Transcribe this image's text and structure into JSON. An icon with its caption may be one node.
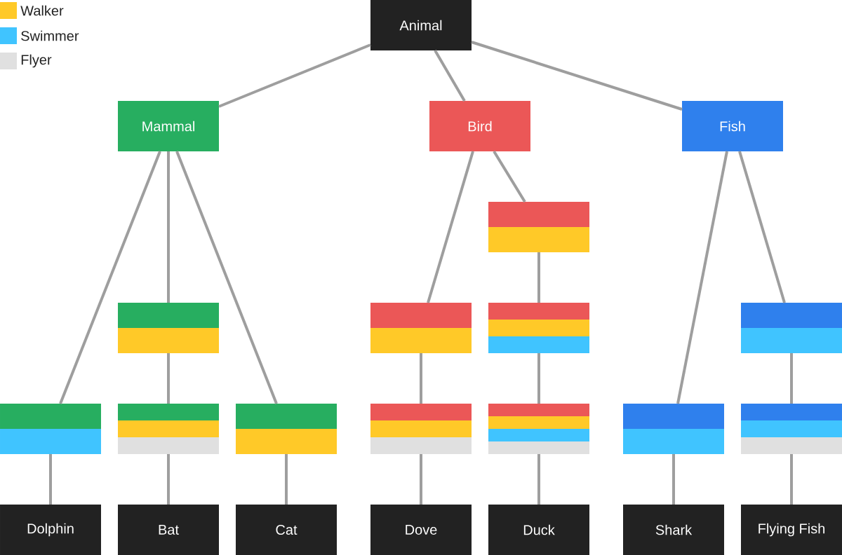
{
  "diagram": {
    "nodes": [
      {
        "text": [
          "Animal"
        ]
      },
      {
        "text": [
          "Mammal"
        ]
      },
      {
        "text": [
          "Bird"
        ]
      },
      {
        "text": [
          "Fish"
        ]
      },
      {
        "text": [],
        "shape": "box"
      },
      {
        "text": [],
        "shape": "box"
      },
      {
        "text": [],
        "shape": "box"
      },
      {
        "text": [],
        "shape": "box"
      },
      {
        "text": [],
        "shape": "box"
      },
      {
        "text": [],
        "shape": "box"
      },
      {
        "text": [],
        "shape": "box"
      },
      {
        "text": [],
        "shape": "box"
      },
      {
        "text": [],
        "shape": "box"
      },
      {
        "text": [],
        "shape": "box"
      },
      {
        "text": [],
        "shape": "box"
      },
      {
        "text": [],
        "shape": "box"
      },
      {
        "text": [
          "Dolphin"
        ]
      },
      {
        "text": [
          "Bat"
        ]
      },
      {
        "text": [
          "Cat"
        ]
      },
      {
        "text": [
          "Dove"
        ]
      },
      {
        "text": [
          "Duck"
        ]
      },
      {
        "text": [
          "Shark"
        ]
      },
      {
        "text": [
          "Flying Fish"
        ]
      }
    ],
    "edges": [
      {
        "from": 0,
        "to": 1,
        "arrow": "none"
      },
      {
        "from": 0,
        "to": 2,
        "arrow": "none"
      },
      {
        "from": 0,
        "to": 3,
        "arrow": "none"
      },
      {
        "from": 1,
        "to": 9,
        "arrow": "none"
      },
      {
        "from": 1,
        "to": 5,
        "arrow": "none"
      },
      {
        "from": 1,
        "to": 11,
        "arrow": "none"
      },
      {
        "from": 5,
        "to": 10,
        "arrow": "none"
      },
      {
        "from": 2,
        "to": 6,
        "arrow": "none"
      },
      {
        "from": 2,
        "to": 4,
        "arrow": "none"
      },
      {
        "from": 4,
        "to": 7,
        "arrow": "none"
      },
      {
        "from": 6,
        "to": 12,
        "arrow": "none"
      },
      {
        "from": 7,
        "to": 13,
        "arrow": "none"
      },
      {
        "from": 3,
        "to": 14,
        "arrow": "none"
      },
      {
        "from": 3,
        "to": 8,
        "arrow": "none"
      },
      {
        "from": 8,
        "to": 15,
        "arrow": "none"
      },
      {
        "from": 9,
        "to": 16,
        "arrow": "none"
      },
      {
        "from": 10,
        "to": 17,
        "arrow": "none"
      },
      {
        "from": 11,
        "to": 18,
        "arrow": "none"
      },
      {
        "from": 12,
        "to": 19,
        "arrow": "none"
      },
      {
        "from": 13,
        "to": 20,
        "arrow": "none"
      },
      {
        "from": 14,
        "to": 21,
        "arrow": "none"
      },
      {
        "from": 15,
        "to": 22,
        "arrow": "none"
      }
    ],
    "legend": [
      {
        "text": "Walker",
        "color": "#ffc928"
      },
      {
        "text": "Swimmer",
        "color": "#40c4ff"
      },
      {
        "text": "Flyer",
        "color": "#e0e0e0"
      }
    ]
  }
}
